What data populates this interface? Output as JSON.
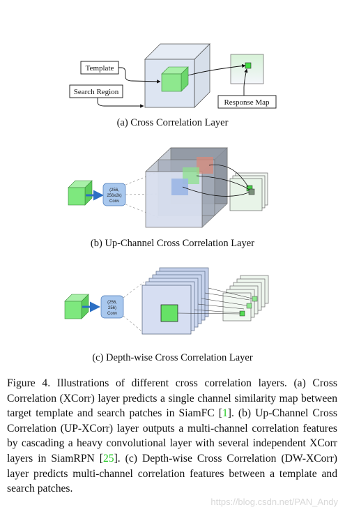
{
  "panel_a": {
    "template_label": "Template",
    "search_label": "Search Region",
    "response_label": "Response Map",
    "caption": "(a)  Cross Correlation Layer"
  },
  "panel_b": {
    "conv_line1": "(256,",
    "conv_line2": "256x2k)",
    "conv_line3": "Conv",
    "caption": "(b)  Up-Channel Cross Correlation Layer"
  },
  "panel_c": {
    "conv_line1": "(256,",
    "conv_line2": "256)",
    "conv_line3": "Conv",
    "caption": "(c)  Depth-wise Cross Correlation Layer"
  },
  "figure_caption": {
    "lead": "Figure 4. Illustrations of different cross correlation layers. (a) Cross Correlation (XCorr) layer predicts a single channel similarity map between target template and search patches in SiamFC [",
    "ref1": "1",
    "mid1": "]. (b) Up-Channel Cross Correlation (UP-XCorr) layer outputs a multi-channel correlation features by cascading a heavy convolutional layer with several independent XCorr layers in SiamRPN [",
    "ref2": "25",
    "tail": "]. (c) Depth-wise Cross Correlation (DW-XCorr) layer predicts multi-channel correlation features between a template and search patches."
  },
  "watermark": "https://blog.csdn.net/PAN_Andy",
  "colors": {
    "green": "#7ee87e",
    "blue_box": "#a9c8ee",
    "arrow_blue": "#2c6fc4",
    "ref_green": "#1ec81e"
  }
}
